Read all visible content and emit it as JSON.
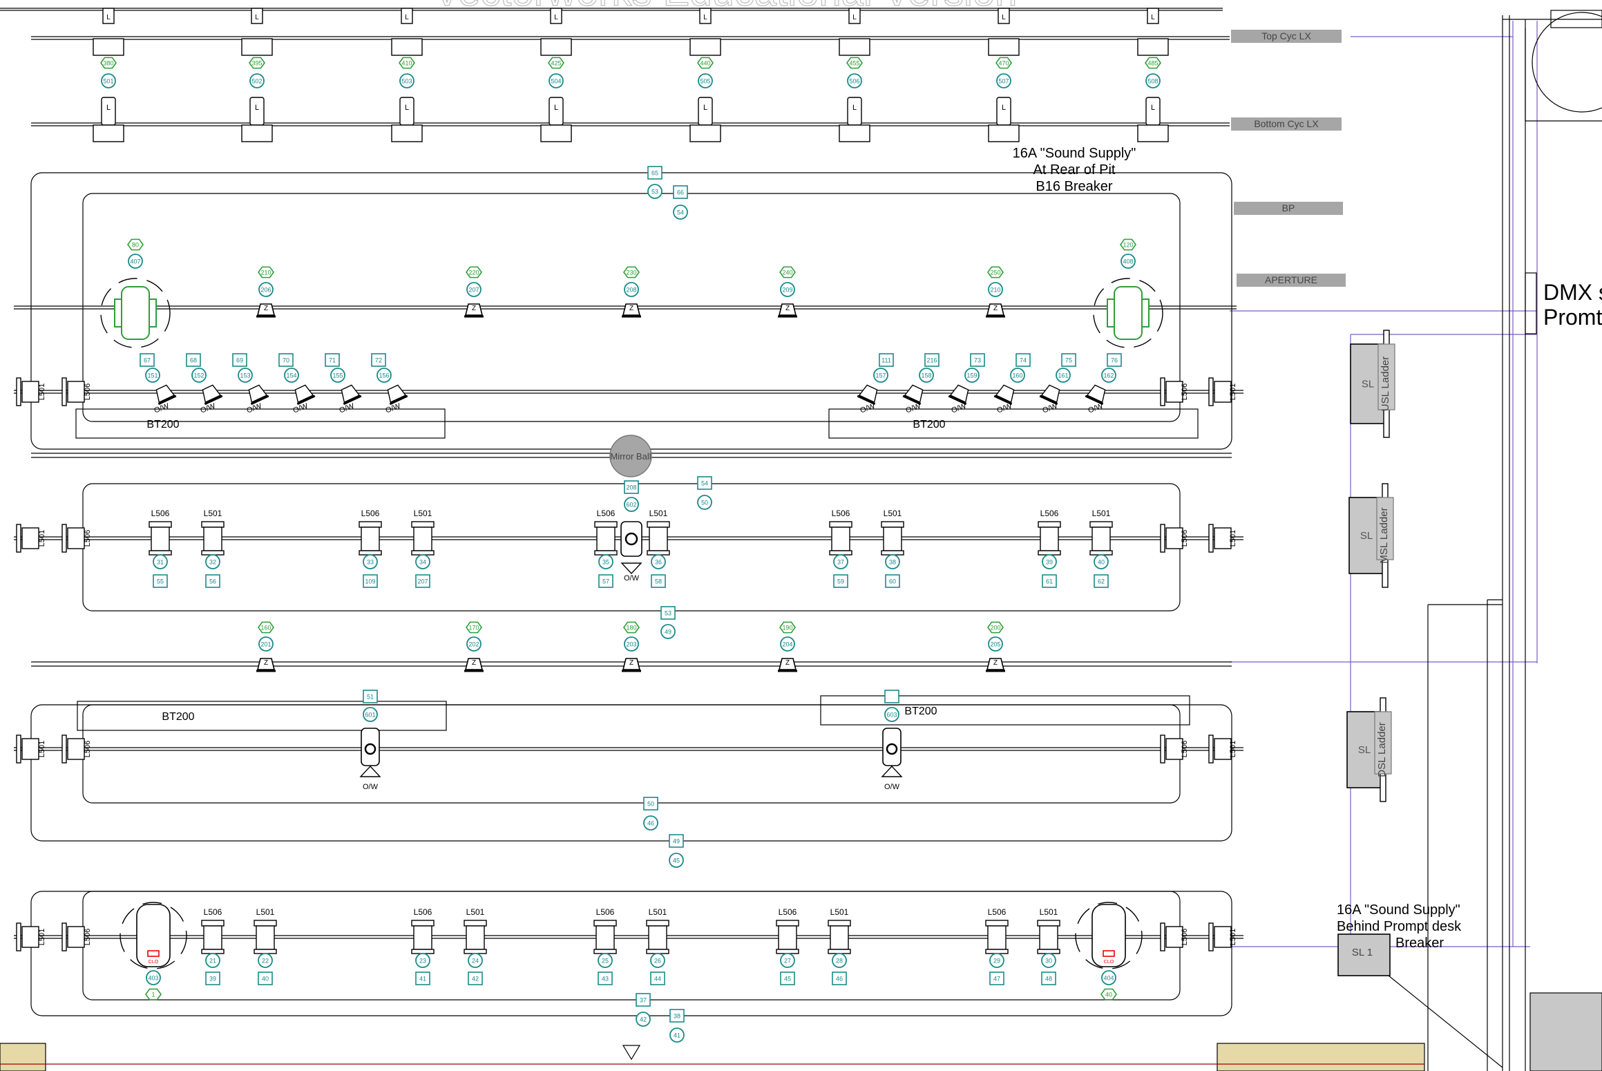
{
  "watermark": "Vectorworks Educational Version",
  "labels": {
    "top_cyc": "Top Cyc LX",
    "bottom_cyc": "Bottom Cyc LX",
    "bp": "BP",
    "aperture": "APERTURE",
    "sound_supply_1": "16A \"Sound Supply\"",
    "sound_supply_2": "At Rear of Pit",
    "sound_supply_3": "B16 Breaker",
    "sound_supply_b1": "16A \"Sound Supply\"",
    "sound_supply_b2": "Behind Prompt desk",
    "sound_supply_b3": "Breaker",
    "dmx_1": "DMX s",
    "dmx_2": "Promt",
    "mirror_ball": "Mirror Ball",
    "usl_ladder": "USL Ladder",
    "msl_ladder": "MSL Ladder",
    "dsl_ladder": "DSL Ladder",
    "sl": "SL",
    "sl1": "SL 1",
    "bt200": "BT200",
    "ow": "O/W",
    "l501": "L501",
    "l506": "L506",
    "z": "Z",
    "l": "L",
    "clo": "CLO"
  },
  "colors": {
    "line": "#000000",
    "teal": "#1a8a8a",
    "green": "#2e9e3a",
    "purple": "#7a5cc8",
    "grey_label": "#a6a6a6",
    "grey_box": "#c8c8c8",
    "tan": "#e6d9a8"
  },
  "cyc_units": [
    {
      "hex": "380",
      "circ": "501"
    },
    {
      "hex": "395",
      "circ": "502"
    },
    {
      "hex": "410",
      "circ": "503"
    },
    {
      "hex": "425",
      "circ": "504"
    },
    {
      "hex": "440",
      "circ": "505"
    },
    {
      "hex": "455",
      "circ": "506"
    },
    {
      "hex": "470",
      "circ": "507"
    },
    {
      "hex": "485",
      "circ": "508"
    }
  ],
  "bar1_z": [
    {
      "hex": "210",
      "circ": "206"
    },
    {
      "hex": "220",
      "circ": "207"
    },
    {
      "hex": "230",
      "circ": "208"
    },
    {
      "hex": "240",
      "circ": "209"
    },
    {
      "hex": "250",
      "circ": "210"
    }
  ],
  "bar1_movers": [
    {
      "hex": "80",
      "circ": "407"
    },
    {
      "hex": "120",
      "circ": "408"
    }
  ],
  "bar1_ow_left": [
    {
      "sq": "67",
      "circ": "151"
    },
    {
      "sq": "68",
      "circ": "152"
    },
    {
      "sq": "69",
      "circ": "153"
    },
    {
      "sq": "70",
      "circ": "154"
    },
    {
      "sq": "71",
      "circ": "155"
    },
    {
      "sq": "72",
      "circ": "156"
    }
  ],
  "bar1_ow_right": [
    {
      "sq": "111",
      "circ": "157"
    },
    {
      "sq": "216",
      "circ": "158"
    },
    {
      "sq": "73",
      "circ": "159"
    },
    {
      "sq": "74",
      "circ": "160"
    },
    {
      "sq": "75",
      "circ": "161"
    },
    {
      "sq": "76",
      "circ": "162"
    }
  ],
  "top_center": [
    {
      "sq": "65",
      "circ": "53"
    },
    {
      "sq": "66",
      "circ": "54"
    }
  ],
  "bar2": [
    {
      "circ": "31",
      "sq": "55"
    },
    {
      "circ": "32",
      "sq": "56"
    },
    {
      "circ": "33",
      "sq": "109"
    },
    {
      "circ": "34",
      "sq": "207"
    },
    {
      "circ": "35",
      "sq": "57"
    },
    {
      "circ": "36",
      "sq": "58"
    },
    {
      "circ": "37",
      "sq": "59"
    },
    {
      "circ": "38",
      "sq": "60"
    },
    {
      "circ": "39",
      "sq": "61"
    },
    {
      "circ": "40",
      "sq": "62"
    }
  ],
  "mirror_tags": {
    "sq": "208",
    "circ": "602"
  },
  "near_mirror": {
    "sq": "54",
    "circ": "50"
  },
  "mid_tag": {
    "sq": "53",
    "circ": "49"
  },
  "bar3_z": [
    {
      "hex": "160",
      "circ": "201"
    },
    {
      "hex": "170",
      "circ": "202"
    },
    {
      "hex": "180",
      "circ": "203"
    },
    {
      "hex": "190",
      "circ": "204"
    },
    {
      "hex": "200",
      "circ": "205"
    }
  ],
  "bar4_left": {
    "sq": "51",
    "circ": "601"
  },
  "bar4_right": {
    "sq": "",
    "circ": "603"
  },
  "lower_tags": [
    {
      "sq": "50",
      "circ": "46"
    },
    {
      "sq": "49",
      "circ": "45"
    }
  ],
  "bar5": [
    {
      "circ": "21",
      "sq": "39"
    },
    {
      "circ": "22",
      "sq": "40"
    },
    {
      "circ": "23",
      "sq": "41"
    },
    {
      "circ": "24",
      "sq": "42"
    },
    {
      "circ": "25",
      "sq": "43"
    },
    {
      "circ": "26",
      "sq": "44"
    },
    {
      "circ": "27",
      "sq": "45"
    },
    {
      "circ": "28",
      "sq": "46"
    },
    {
      "circ": "29",
      "sq": "47"
    },
    {
      "circ": "30",
      "sq": "48"
    }
  ],
  "bar5_movers": [
    {
      "circ": "403",
      "hex": "1"
    },
    {
      "circ": "404",
      "hex": "40"
    }
  ],
  "bottom_tags": [
    {
      "sq": "37",
      "circ": "42"
    },
    {
      "sq": "38",
      "circ": "41"
    }
  ]
}
